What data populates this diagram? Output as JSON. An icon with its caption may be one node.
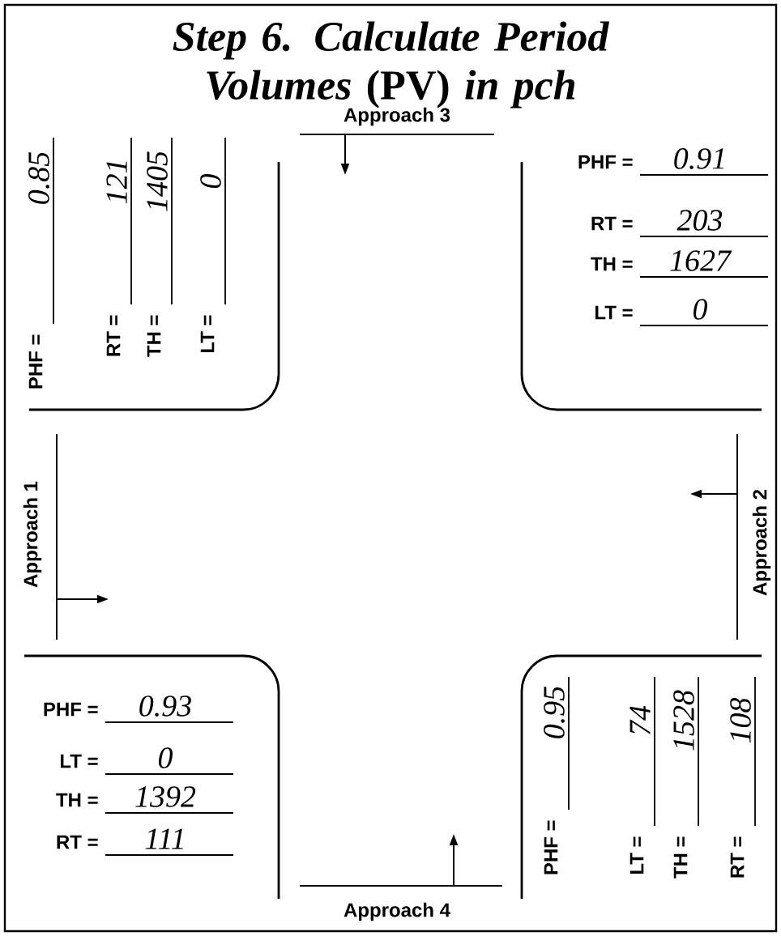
{
  "diagram": {
    "title": "*Step 6. Calculate Period Volumes* (PV) *in pch*",
    "labels": [
      "Approach 3",
      "PHF =",
      "0.85",
      "RT =",
      "121",
      "TH =",
      "1405",
      "LT =",
      "0",
      "PHF =",
      "0.91",
      "RT =",
      "203",
      "TH =",
      "1627",
      "LT =",
      "0",
      "Approach 1",
      "Approach 2",
      "PHF =",
      "0.93",
      "LT =",
      "0",
      "TH =",
      "1392",
      "RT =",
      "111",
      "PHF =",
      "0.95",
      "LT =",
      "74",
      "TH =",
      "1528",
      "RT =",
      "108",
      "Approach 4"
    ]
  }
}
